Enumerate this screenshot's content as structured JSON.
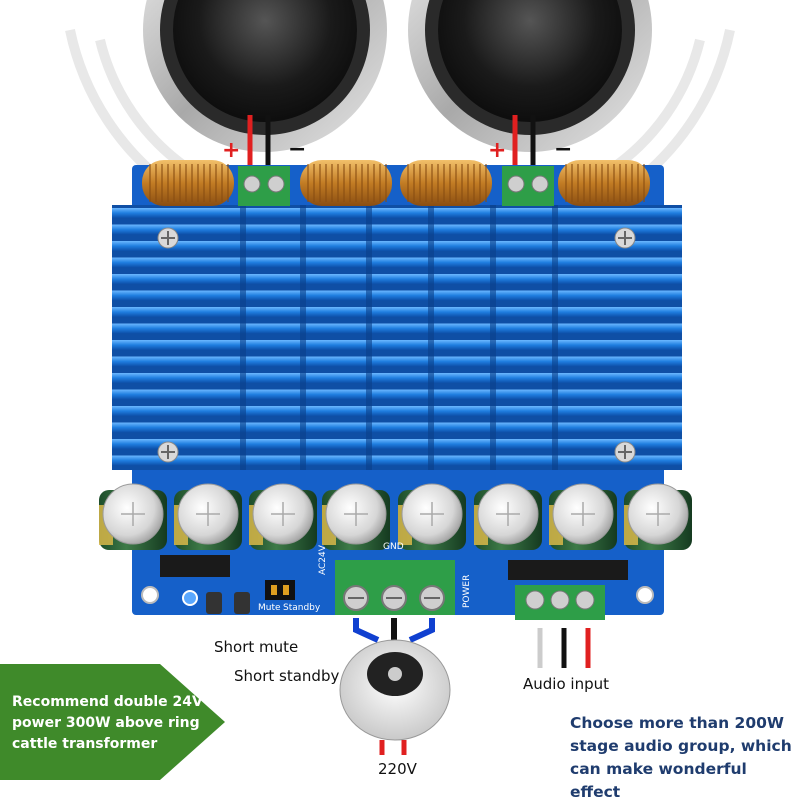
{
  "labels": {
    "short_mute": "Short mute",
    "short_standby": "Short standby",
    "audio_input": "Audio input",
    "mains_voltage": "220V"
  },
  "speaker_polarity": {
    "plus": "+",
    "minus": "−"
  },
  "board_silkscreen": {
    "supply": "AC24V",
    "ground": "GND",
    "power": "POWER",
    "mute": "Mute",
    "standby": "Standby"
  },
  "banner": {
    "text": "Recommend double 24V power 300W above ring cattle transformer",
    "color": "#3f8a2a"
  },
  "tagline": {
    "text": "Choose more than 200W stage audio group, which can make wonderful effect",
    "color": "#1f3c6e"
  },
  "colors": {
    "heatsink": "#1f7ee0",
    "pcb": "#1560c9",
    "wire_red": "#e02020",
    "wire_black": "#111111",
    "wire_blue": "#1040d0",
    "terminal_green": "#2e9e48"
  },
  "icons": [
    "speaker-left-icon",
    "speaker-right-icon",
    "toroidal-transformer-icon"
  ]
}
